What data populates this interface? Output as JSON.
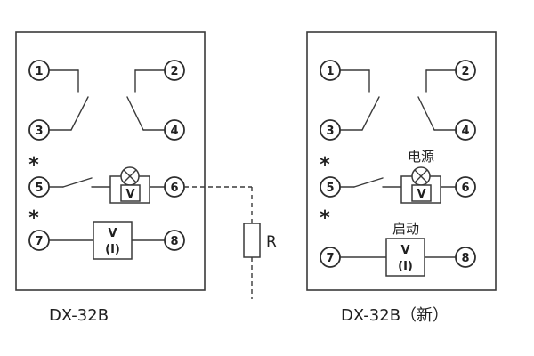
{
  "colors": {
    "line": "#3a3a3a",
    "text": "#1f1f1f",
    "background": "#ffffff"
  },
  "left": {
    "caption": "DX-32B",
    "terminals": [
      "1",
      "2",
      "3",
      "4",
      "5",
      "6",
      "7",
      "8"
    ],
    "star": "*",
    "lamp_meter": "V",
    "vi_meter_line1": "V",
    "vi_meter_line2": "(I)"
  },
  "right": {
    "caption": "DX-32B（新）",
    "terminals": [
      "1",
      "2",
      "3",
      "4",
      "5",
      "6",
      "7",
      "8"
    ],
    "star": "*",
    "power_label": "电源",
    "start_label": "启动",
    "lamp_meter": "V",
    "vi_meter_line1": "V",
    "vi_meter_line2": "(I)"
  },
  "resistor": {
    "label": "R"
  }
}
